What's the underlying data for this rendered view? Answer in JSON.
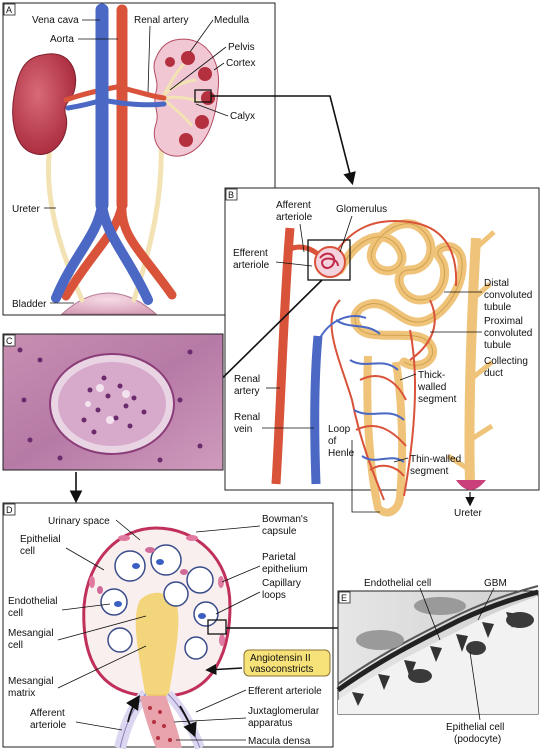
{
  "panels": {
    "A": {
      "letter": "A",
      "labels": {
        "vena_cava": "Vena cava",
        "aorta": "Aorta",
        "renal_artery": "Renal artery",
        "medulla": "Medulla",
        "pelvis": "Pelvis",
        "cortex": "Cortex",
        "calyx": "Calyx",
        "ureter": "Ureter",
        "bladder": "Bladder"
      }
    },
    "B": {
      "letter": "B",
      "labels": {
        "afferent_arteriole": [
          "Afferent",
          "arteriole"
        ],
        "glomerulus": "Glomerulus",
        "efferent_arteriole": [
          "Efferent",
          "arteriole"
        ],
        "distal_tubule": [
          "Distal",
          "convoluted",
          "tubule"
        ],
        "proximal_tubule": [
          "Proximal",
          "convoluted",
          "tubule"
        ],
        "collecting_duct": [
          "Collecting",
          "duct"
        ],
        "renal_artery": [
          "Renal",
          "artery"
        ],
        "renal_vein": [
          "Renal",
          "vein"
        ],
        "thick_segment": [
          "Thick-",
          "walled",
          "segment"
        ],
        "loop_of_henle": [
          "Loop",
          "of",
          "Henle"
        ],
        "thin_segment": [
          "Thin-walled",
          "segment"
        ],
        "ureter": "Ureter"
      }
    },
    "C": {
      "letter": "C"
    },
    "D": {
      "letter": "D",
      "labels": {
        "urinary_space": "Urinary space",
        "bowmans_capsule": [
          "Bowman's",
          "capsule"
        ],
        "epithelial_cell": [
          "Epithelial",
          "cell"
        ],
        "parietal_epithelium": [
          "Parietal",
          "epithelium"
        ],
        "capillary_loops": [
          "Capillary",
          "loops"
        ],
        "endothelial_cell": [
          "Endothelial",
          "cell"
        ],
        "mesangial_cell": [
          "Mesangial",
          "cell"
        ],
        "mesangial_matrix": [
          "Mesangial",
          "matrix"
        ],
        "angiotensin": [
          "Angiotensin II",
          "vasoconstricts"
        ],
        "efferent_arteriole": "Efferent arteriole",
        "afferent_arteriole": [
          "Afferent",
          "arteriole"
        ],
        "juxtaglomerular": [
          "Juxtaglomerular",
          "apparatus"
        ],
        "macula_densa": "Macula densa"
      }
    },
    "E": {
      "letter": "E",
      "labels": {
        "endothelial_cell": "Endothelial cell",
        "gbm": "GBM",
        "epithelial_cell": [
          "Epithelial cell",
          "(podocyte)"
        ]
      }
    }
  },
  "colors": {
    "artery": "#d9533a",
    "vein": "#4a68c4",
    "kidney": "#b5303f",
    "tubule": "#efc47a",
    "ureter": "#f2e2b4",
    "highlight": "#f7e27a"
  }
}
